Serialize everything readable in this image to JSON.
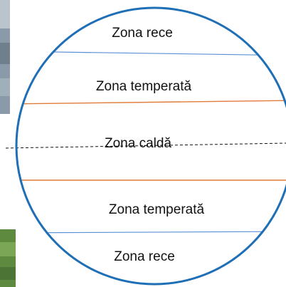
{
  "diagram": {
    "zones": [
      {
        "key": "north_cold",
        "label": "Zona rece"
      },
      {
        "key": "north_temperate",
        "label": "Zona temperată"
      },
      {
        "key": "hot",
        "label": "Zona caldă"
      },
      {
        "key": "south_temperate",
        "label": "Zona temperată"
      },
      {
        "key": "south_cold",
        "label": "Zona rece"
      }
    ],
    "colors": {
      "circle_outline": "#1f6fb6",
      "polar_circle_line": "#5b8fd6",
      "tropic_line": "#e07b39",
      "equator_line": "#111111",
      "left_photo_top": "#8a9aa8",
      "left_photo_bottom": "#5d8a3f"
    }
  }
}
